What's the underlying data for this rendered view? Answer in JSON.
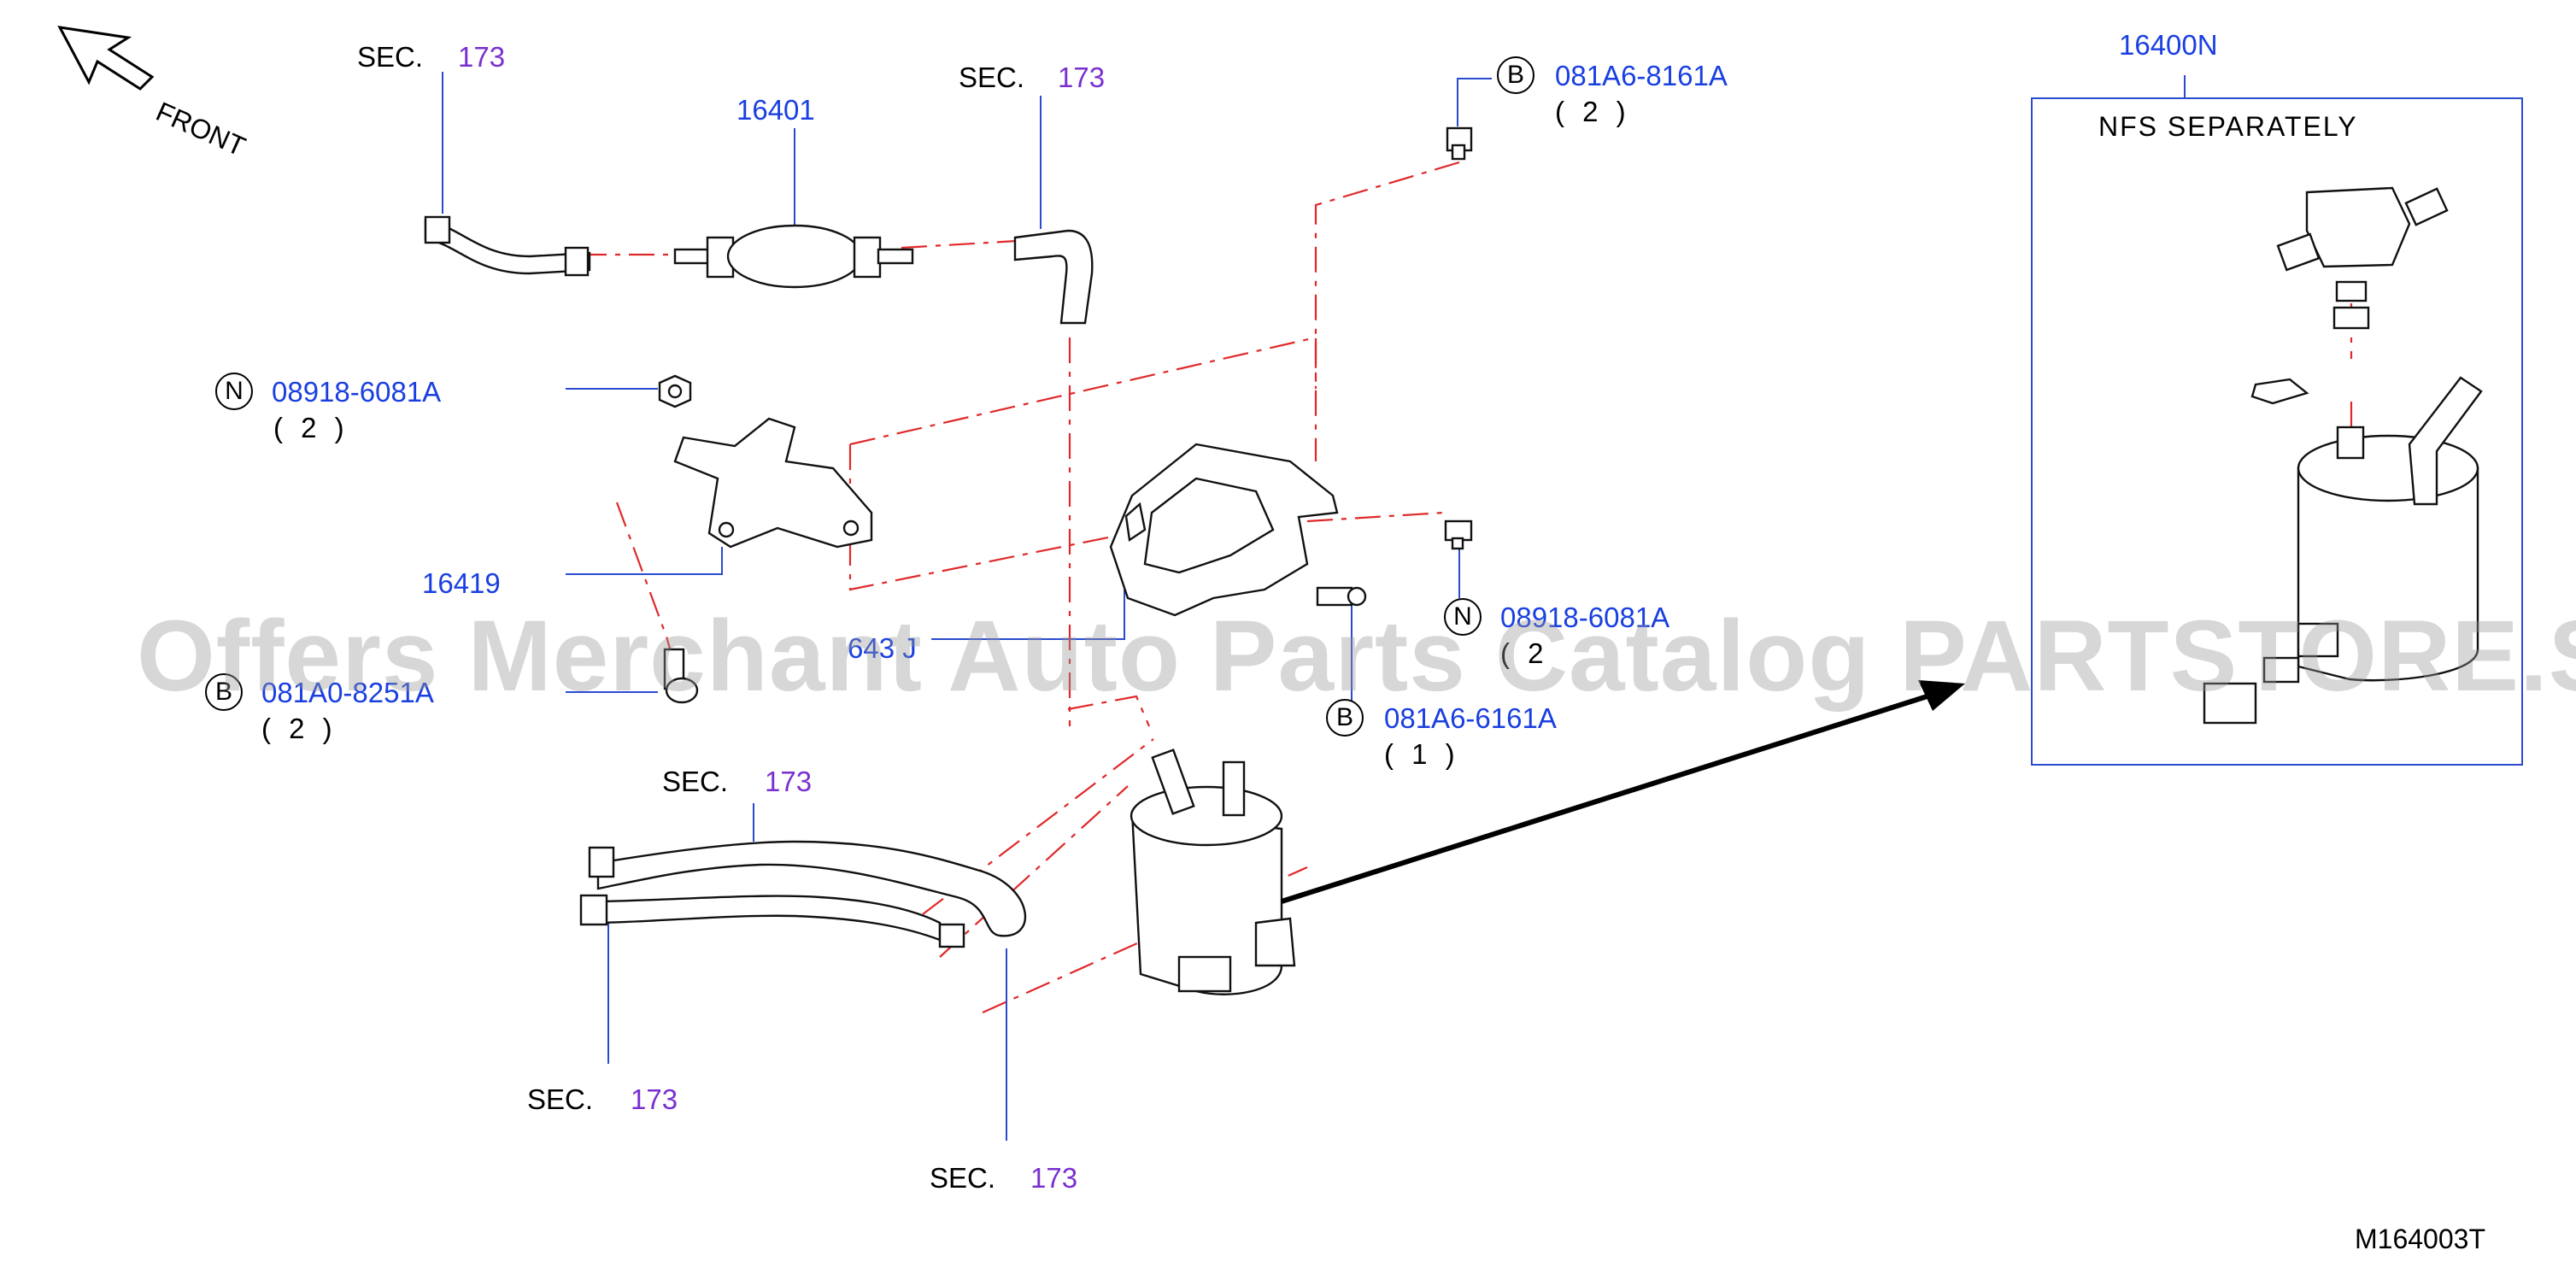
{
  "diagram": {
    "front_label": "FRONT",
    "diagram_code": "M164003T",
    "watermark": "Offers Merchant Auto Parts Catalog PARTSTORE.SA",
    "inset": {
      "part_number": "16400N",
      "note": "NFS   SEPARATELY"
    },
    "sec_word": "SEC.",
    "sec_refs": {
      "top_left": "173",
      "top_center": "173",
      "mid_bottom": "173",
      "bottom_left": "173",
      "bottom_center": "173"
    },
    "parts": {
      "p16401": "16401",
      "p16419": "16419",
      "p16431_partial": "643 J"
    },
    "fasteners": {
      "b_top": {
        "prefix": "B",
        "number": "081A6-8161A",
        "qty": "( 2 )"
      },
      "n_left": {
        "prefix": "N",
        "number": "08918-6081A",
        "qty": "( 2 )"
      },
      "n_right": {
        "prefix": "N",
        "number": "08918-6081A",
        "qty": "( 2"
      },
      "b_left": {
        "prefix": "B",
        "number": "081A0-8251A",
        "qty": "( 2 )"
      },
      "b_right": {
        "prefix": "B",
        "number": "081A6-6161A",
        "qty": "( 1 )"
      }
    }
  },
  "colors": {
    "part_number": "#1a3fe0",
    "section_ref": "#7a2fd0",
    "leader_line": "#2a4bd0",
    "phantom_line": "#e0282a",
    "watermark": "#969696"
  }
}
